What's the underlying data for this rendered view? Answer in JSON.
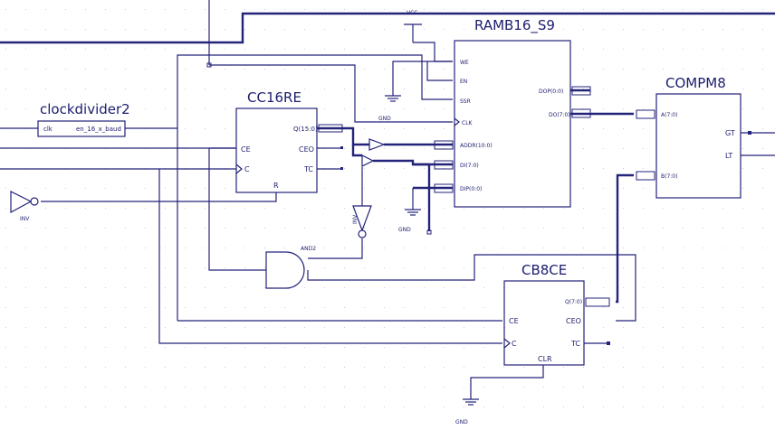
{
  "labels": {
    "vcc": "VCC",
    "gnd": "GND",
    "inv": "INV",
    "and2": "AND2"
  },
  "blocks": {
    "clockdivider": {
      "title": "clockdivider2",
      "pin_clk": "clk",
      "pin_out": "en_16_x_baud"
    },
    "cc16re": {
      "title": "CC16RE",
      "pin_ce": "CE",
      "pin_c": "C",
      "pin_r": "R",
      "pin_q": "Q(15:0)",
      "pin_ceo": "CEO",
      "pin_tc": "TC"
    },
    "ramb": {
      "title": "RAMB16_S9",
      "pin_we": "WE",
      "pin_en": "EN",
      "pin_ssr": "SSR",
      "pin_clk": "CLK",
      "pin_addr": "ADDR(10:0)",
      "pin_di": "DI(7:0)",
      "pin_dip": "DIP(0:0)",
      "pin_dop": "DOP(0:0)",
      "pin_do": "DO(7:0)"
    },
    "compm8": {
      "title": "COMPM8",
      "pin_a": "A(7:0)",
      "pin_b": "B(7:0)",
      "pin_gt": "GT",
      "pin_lt": "LT"
    },
    "cb8ce": {
      "title": "CB8CE",
      "pin_ce": "CE",
      "pin_c": "C",
      "pin_clr": "CLR",
      "pin_q": "Q(7:0)",
      "pin_ceo": "CEO",
      "pin_tc": "TC"
    }
  },
  "colors": {
    "wire": "#23237a",
    "grid": "#c8c8e6",
    "background": "#ffffff"
  }
}
